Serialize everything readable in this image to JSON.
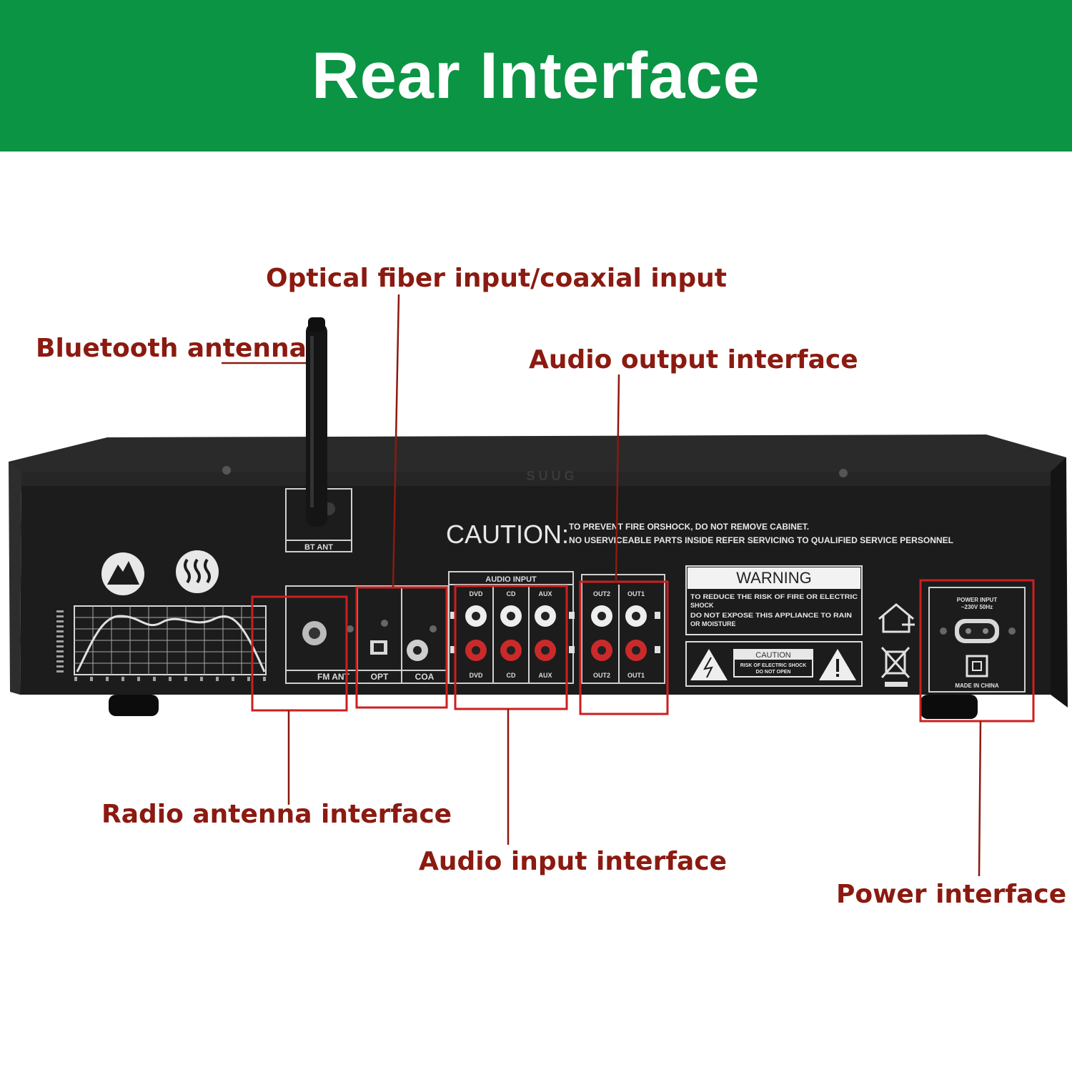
{
  "title": "Rear Interface",
  "callouts": {
    "optical": "Optical fiber input/coaxial input",
    "bluetooth": "Bluetooth antenna",
    "audio_output": "Audio output interface",
    "radio_antenna": "Radio antenna interface",
    "audio_input": "Audio input interface",
    "power": "Power interface"
  },
  "panel": {
    "caution_big": "CAUTION:",
    "caution_line1": "TO PREVENT FIRE ORSHOCK, DO NOT REMOVE CABINET.",
    "caution_line2": "NO USERVICEABLE PARTS INSIDE REFER SERVICING TO QUALIFIED SERVICE PERSONNEL",
    "bt_ant": "BT ANT",
    "fm_ant": "FM ANT",
    "opt": "OPT",
    "coa": "COA",
    "audio_input_header": "AUDIO INPUT",
    "dvd": "DVD",
    "cd": "CD",
    "aux": "AUX",
    "out2": "OUT2",
    "out1": "OUT1",
    "warning_title": "WARNING",
    "warning_text_1": "TO REDUCE THE RISK OF FIRE OR ELECTRIC",
    "warning_text_2": "SHOCK",
    "warning_text_3": "DO NOT EXPOSE THIS APPLIANCE TO RAIN",
    "warning_text_4": "OR MOISTURE",
    "caution_small": "CAUTION",
    "risk_line1": "RISK OF ELECTRIC SHOCK",
    "risk_line2": "DO NOT OPEN",
    "power_input": "POWER INPUT",
    "power_rating": "~230V 50Hz",
    "made_in": "MADE IN CHINA"
  },
  "colors": {
    "banner": "#0b9444",
    "callout_text": "#8b1a10",
    "highlight_box": "#cc1f1f",
    "chassis": "#1c1c1c"
  }
}
